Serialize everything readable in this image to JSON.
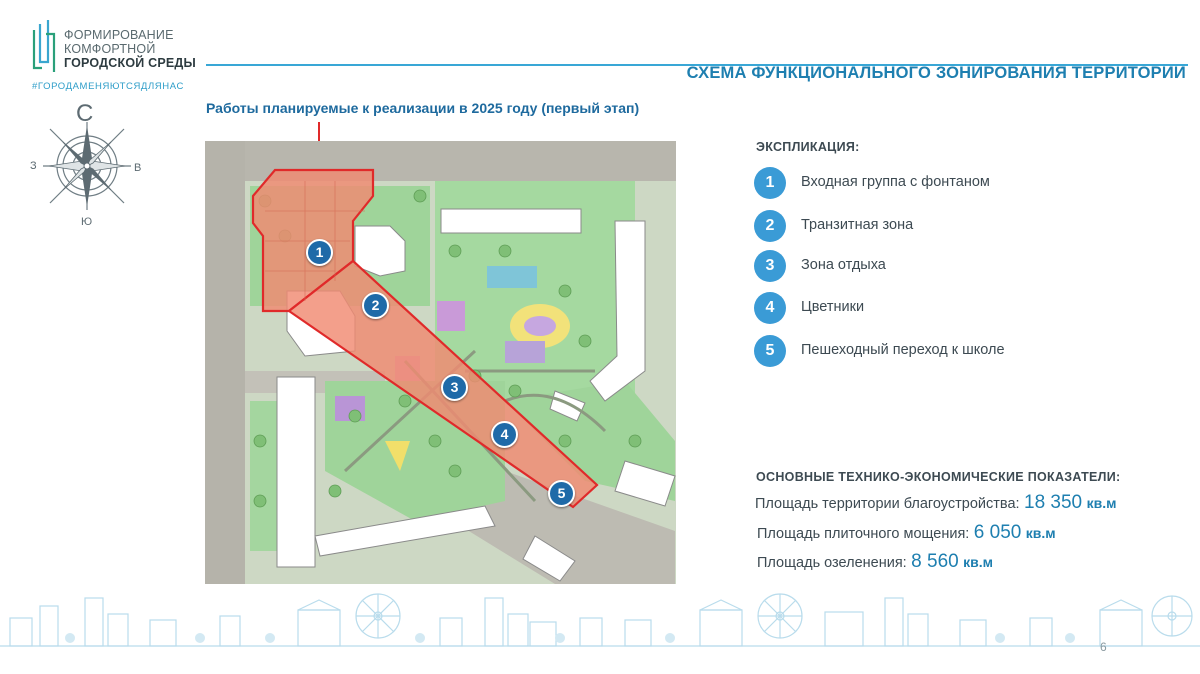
{
  "logo": {
    "line1": "ФОРМИРОВАНИЕ",
    "line2": "КОМФОРТНОЙ",
    "line3": "ГОРОДСКОЙ СРЕДЫ",
    "hashtag": "#ГОРОДАМЕНЯЮТСЯДЛЯНАС"
  },
  "title": "СХЕМА ФУНКЦИОНАЛЬНОГО ЗОНИРОВАНИЯ ТЕРРИТОРИИ",
  "subtitle": "Работы планируемые к реализации в 2025 году (первый этап)",
  "compass": {
    "north": "С",
    "south": "Ю",
    "west": "З",
    "east": "В"
  },
  "plan": {
    "markers": [
      "1",
      "2",
      "3",
      "4",
      "5"
    ]
  },
  "explication": {
    "title": "ЭКСПЛИКАЦИЯ:",
    "items": [
      {
        "num": "1",
        "label": "Входная группа с фонтаном"
      },
      {
        "num": "2",
        "label": "Транзитная зона"
      },
      {
        "num": "3",
        "label": "Зона отдыха"
      },
      {
        "num": "4",
        "label": "Цветники"
      },
      {
        "num": "5",
        "label": "Пешеходный переход к школе"
      }
    ]
  },
  "indicators": {
    "title": "ОСНОВНЫЕ ТЕХНИКО-ЭКОНОМИЧЕСКИЕ ПОКАЗАТЕЛИ:",
    "rows": [
      {
        "label": "Площадь территории благоустройства:",
        "value": "18 350",
        "unit": "кв.м"
      },
      {
        "label": "Площадь плиточного мощения:",
        "value": "6 050",
        "unit": "кв.м"
      },
      {
        "label": "Площадь озеленения:",
        "value": "8 560",
        "unit": "кв.м"
      }
    ]
  },
  "page_number": "6",
  "colors": {
    "accent": "#1e7fb0",
    "marker": "#1f6aa8",
    "legend_circle": "#3a9bd6",
    "zone_fill": "#f08a72",
    "zone_outline": "#e02a2a"
  }
}
